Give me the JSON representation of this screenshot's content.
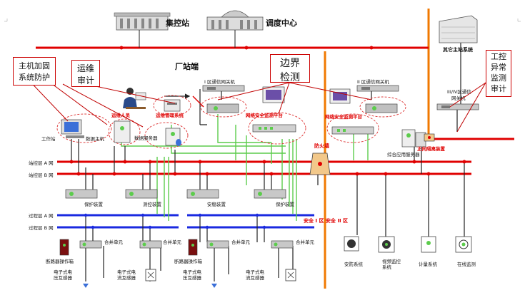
{
  "top": {
    "substation": "集控站",
    "dispatch": "调度中心",
    "other_station": "其它主站系统"
  },
  "callouts": {
    "host_reinforce": "主机加固\n系统防护",
    "ops_audit": "运维\n审计",
    "boundary": "边界\n检测",
    "ics_audit": "工控\n异常\n监测\n审计"
  },
  "labels": {
    "plant_side": "厂站端",
    "comm_gw_1": "I 区通信网关机",
    "comm_gw_2": "II 区通信网关机",
    "comm_gw_34": "III/IV区通信\n网关机",
    "ops_person": "运维人员",
    "ops_system": "运维管理系统",
    "netsec_1": "网络安全监测平台",
    "netsec_2": "网络安全监测平台",
    "workstation": "工作站",
    "data_host": "数据主机",
    "data_server": "数据服务器",
    "firewall": "防火墙",
    "iso_device": "正向隔离装置",
    "integrated_server": "综合应用服务器",
    "net_a": "站控层 A 网",
    "net_b": "站控层 B 网",
    "proc_a": "过程层 A 网",
    "proc_b": "过程层 B 网",
    "zone": "安全 I 区  安全 II 区",
    "protect_1": "保护装置",
    "measure_1": "测控装置",
    "safety_1": "安稳装置",
    "protect_2": "保护装置",
    "merge_1": "合并单元",
    "merge_2": "合并单元",
    "merge_3": "合并单元",
    "merge_4": "合并单元",
    "breaker_op_1": "断路器操作箱",
    "breaker_op_2": "断路器操作箱",
    "ect_1": "电子式电\n压互感器",
    "ect_2": "电子式电\n流互感器",
    "ect_3": "电子式电\n压互感器",
    "ect_4": "电子式电\n流互感器",
    "security_sys": "安防系统",
    "video_sys": "视频监控\n系统",
    "metering_sys": "计量系统",
    "online_monitor": "在线监测"
  },
  "colors": {
    "network_red": "#e00000",
    "zone_orange": "#f07800",
    "proc_blue": "#1a2ae0",
    "link_green": "#5ccc4c",
    "callout_red": "#c00000",
    "device_gray": "#b8b8b8"
  }
}
